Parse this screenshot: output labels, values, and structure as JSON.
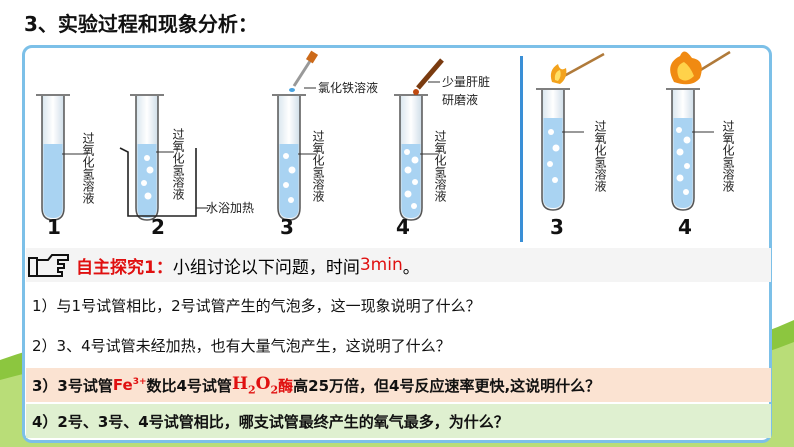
{
  "title": "3、实验过程和现象分析：",
  "labels": {
    "h2o2": "过氧化氢溶液",
    "fecl3": "氯化铁溶液",
    "liver": "少量肝脏研磨液",
    "water_bath": "水浴加热"
  },
  "tube_numbers": [
    "1",
    "2",
    "3",
    "4",
    "3",
    "4"
  ],
  "heading": {
    "prefix": "自主探究1：",
    "text": "小组讨论以下问题，时间",
    "time": "3min",
    "suffix": "。"
  },
  "questions": {
    "q1": "1）与1号试管相比，2号试管产生的气泡多，这一现象说明了什么？",
    "q2": "2）3、4号试管未经加热，也有大量气泡产生，这说明了什么？",
    "q3_a": "3）3号试管",
    "q3_fe": "Fe",
    "q3_fe_sup": "3+",
    "q3_b": "数比4号试管",
    "q3_h": "H",
    "q3_h_sub": "2",
    "q3_o": "O",
    "q3_o_sub": "2",
    "q3_enzyme": "酶",
    "q3_c": "高25万倍，但4号反应速率更快,这说明什么？",
    "q4": "4）2号、3号、4号试管相比，哪支试管最终产生的氧气最多，为什么？"
  },
  "colors": {
    "accent_red": "#e01010",
    "border_blue": "#7cc0e8",
    "liquid_blue": "#a9d3f2",
    "green_band": "#8cc63f"
  }
}
